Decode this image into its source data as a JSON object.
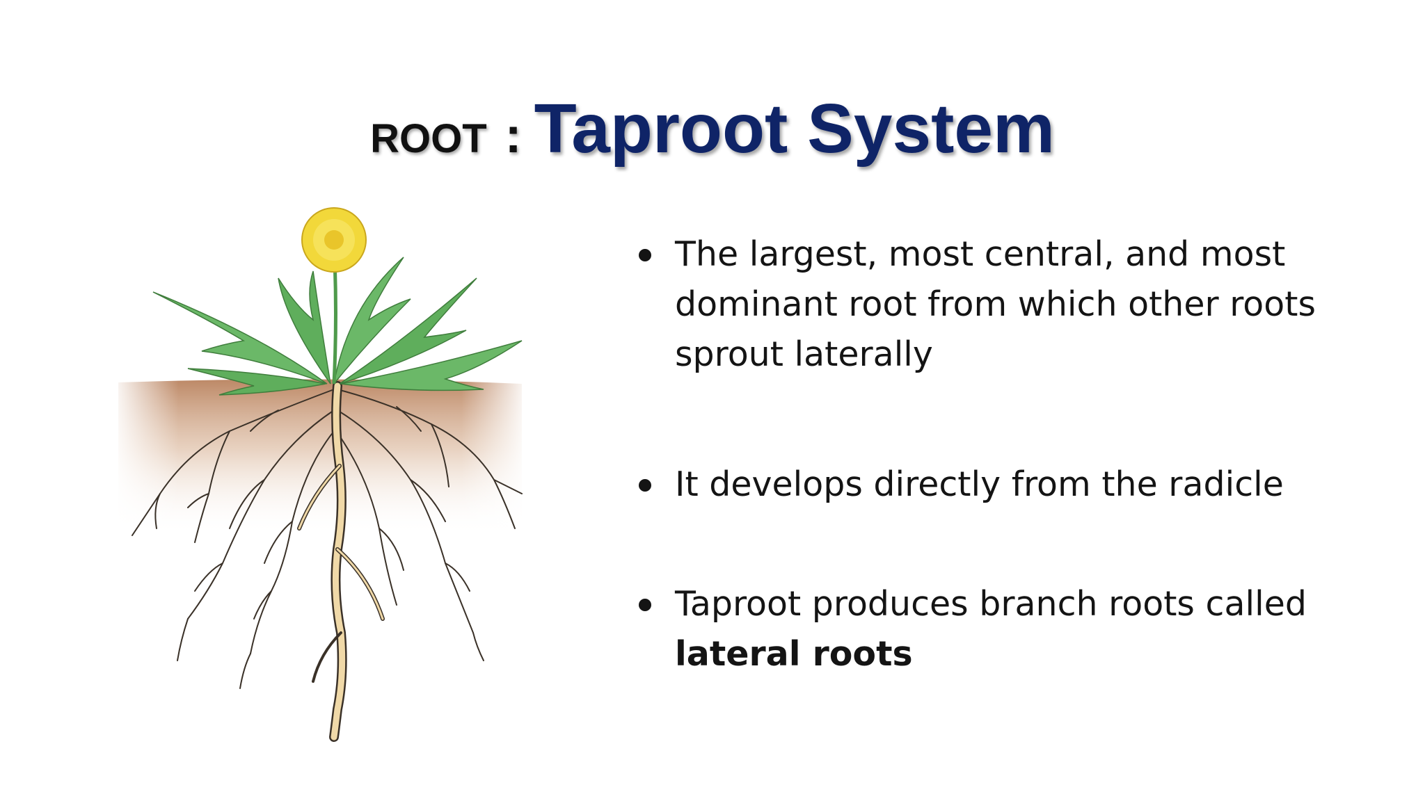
{
  "title": {
    "prefix": "ROOT",
    "separator": ":",
    "main": "Taproot System"
  },
  "bullets": [
    {
      "text": "The largest, most central, and most dominant root from which other roots sprout laterally"
    },
    {
      "text": "It develops directly from the radicle"
    },
    {
      "text": "Taproot produces branch roots called",
      "bold": "lateral roots"
    }
  ],
  "illustration": {
    "icon": "dandelion-taproot-illustration"
  },
  "colors": {
    "title_accent": "#0f2467",
    "text": "#141414",
    "leaf": "#5fae5c",
    "flower": "#f2d83a",
    "soil": "#b9825e",
    "root": "#f0d9a8"
  }
}
